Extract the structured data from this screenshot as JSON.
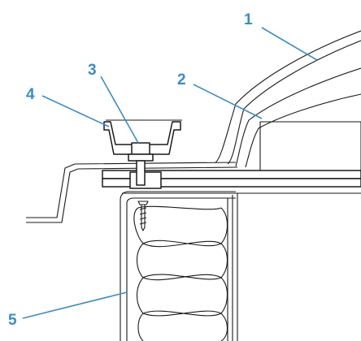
{
  "diagram": {
    "callouts": [
      {
        "id": "1",
        "label": "1"
      },
      {
        "id": "2",
        "label": "2"
      },
      {
        "id": "3",
        "label": "3"
      },
      {
        "id": "4",
        "label": "4"
      },
      {
        "id": "5",
        "label": "5"
      }
    ],
    "colors": {
      "callout": "#3d8cc4",
      "line": "#1a1a1a",
      "background": "#ffffff"
    }
  }
}
